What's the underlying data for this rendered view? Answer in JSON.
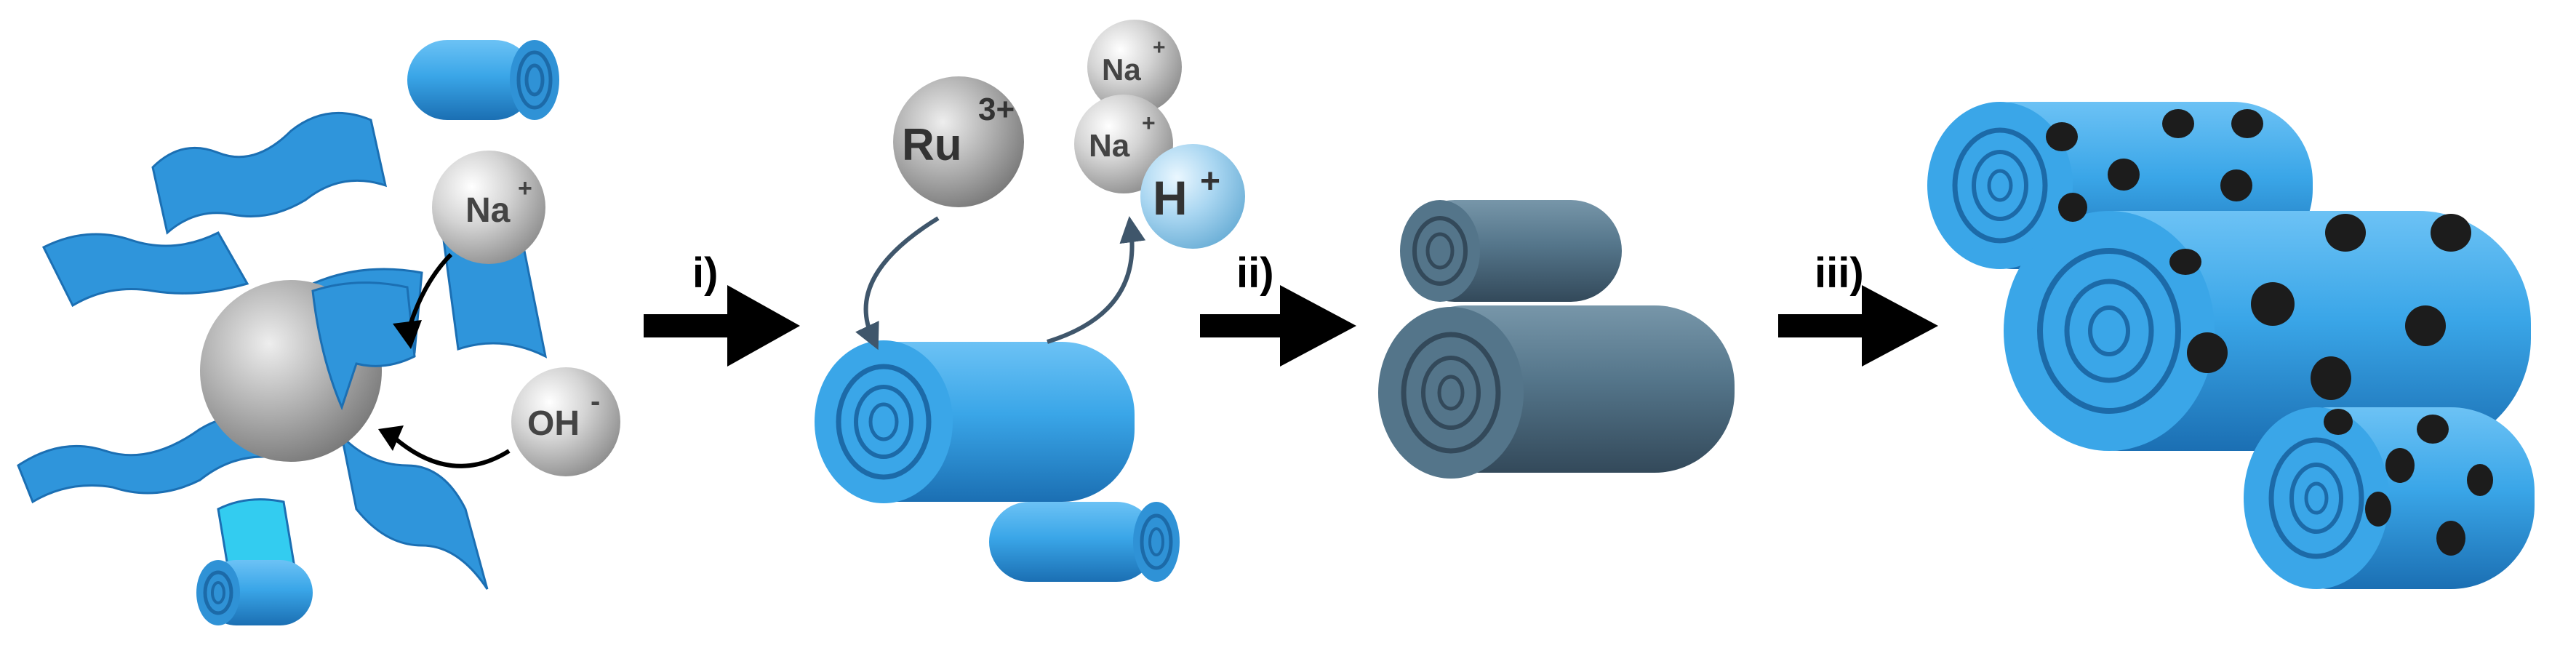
{
  "steps": [
    {
      "label": "i)"
    },
    {
      "label": "ii)"
    },
    {
      "label": "iii)"
    }
  ],
  "species": {
    "na": {
      "symbol": "Na",
      "charge": "+"
    },
    "oh": {
      "symbol": "OH",
      "charge": "-"
    },
    "ru": {
      "symbol": "Ru",
      "charge": "3+"
    },
    "h": {
      "symbol": "H",
      "charge": "+"
    }
  },
  "colors": {
    "tube_blue": "#3aa6e8",
    "tube_blue_dark": "#1f78bd",
    "tube_slate": "#4f7187",
    "tube_slate_dark": "#35505f",
    "particle": "#1c1c1c",
    "sphere": "#c9c9c9",
    "h_sphere": "#a9d6f1",
    "arrow": "#000000",
    "curve_arrow": "#3f566b"
  }
}
